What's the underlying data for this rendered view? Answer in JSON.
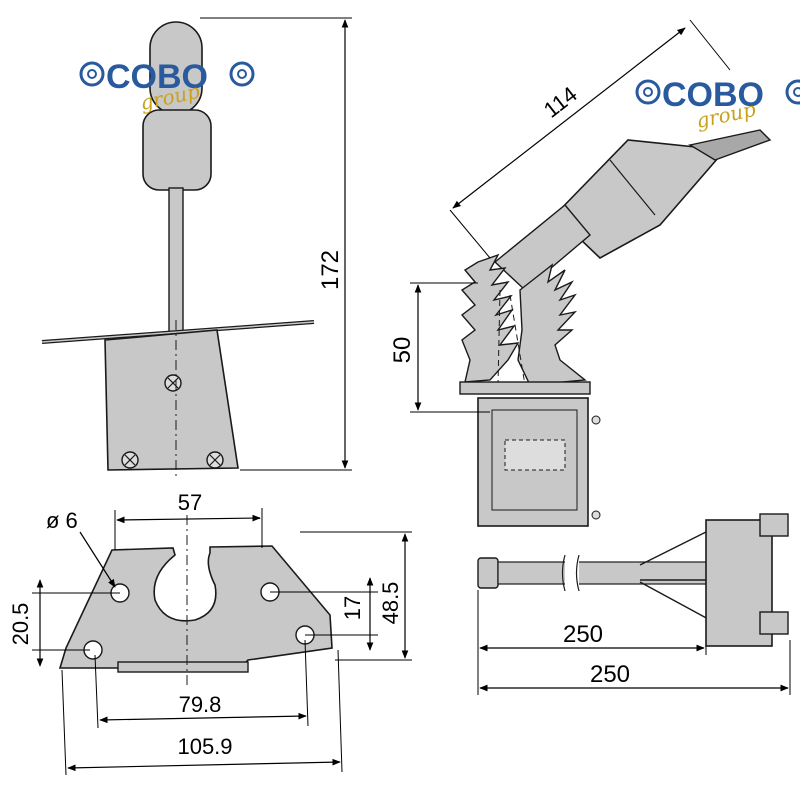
{
  "logos": [
    {
      "word": "COBO",
      "sub": "group"
    },
    {
      "word": "COBO",
      "sub": "group"
    }
  ],
  "dimensions": {
    "overall_height": "172",
    "lever_length": "114",
    "boot_height": "50",
    "mount_width_top": "57",
    "hole_diameter": "ø 6",
    "edge_height": "20.5",
    "hole_spacing_vertical": "17",
    "plate_height": "48.5",
    "hole_spacing_horizontal": "79.8",
    "plate_width": "105.9",
    "cable_length_a": "250",
    "cable_length_b": "250"
  },
  "colors": {
    "part_fill": "#c8c8c8",
    "part_fill_dark": "#a8a8a8",
    "outline": "#1a1a1a",
    "logo_blue": "#2a5a9e",
    "logo_gold": "#c9a21a"
  }
}
